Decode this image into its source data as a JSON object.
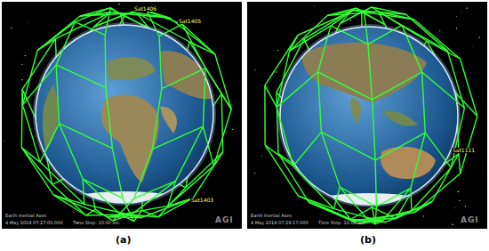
{
  "diagram": {
    "labels": [
      "Sat1406",
      "Sat1405",
      "Sat1403",
      "Earth Inertial Axes",
      "4 May 2019 07:27:00.000",
      "Time Step: 10.00 sec",
      "AGI",
      "(a)",
      "Sat1111",
      "Earth Inertial Axes",
      "4 May 2019 07:29:17.000",
      "Time Step: 10.00 sec",
      "AGI",
      "(b)"
    ]
  }
}
